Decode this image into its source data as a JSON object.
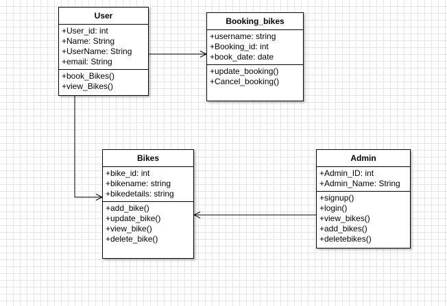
{
  "diagram": {
    "classes": [
      {
        "id": "user",
        "name": "User",
        "attributes": [
          "+User_id: int",
          "+Name: String",
          "+UserName: String",
          "+email: String"
        ],
        "operations": [
          "+book_Bikes()",
          "+view_Bikes()"
        ]
      },
      {
        "id": "booking_bikes",
        "name": "Booking_bikes",
        "attributes": [
          "+username: string",
          "+Booking_id: int",
          "+book_date: date"
        ],
        "operations": [
          "+update_booking()",
          "+Cancel_booking()"
        ]
      },
      {
        "id": "bikes",
        "name": "Bikes",
        "attributes": [
          "+bike_id: int",
          "+bikename: string",
          "+bikedetails: string"
        ],
        "operations": [
          "+add_bike()",
          "+update_bike()",
          "+view_bike()",
          "+delete_bike()"
        ]
      },
      {
        "id": "admin",
        "name": "Admin",
        "attributes": [
          "+Admin_ID: int",
          "+Admin_Name: String"
        ],
        "operations": [
          "+signup()",
          "+login()",
          "+view_bikes()",
          "+add_bikes()",
          "+deletebikes()"
        ]
      }
    ],
    "associations": [
      {
        "id": "user-to-booking",
        "from": "user",
        "to": "booking_bikes",
        "arrow": "open"
      },
      {
        "id": "user-to-bikes",
        "from": "user",
        "to": "bikes",
        "arrow": "open"
      },
      {
        "id": "admin-to-bikes",
        "from": "admin",
        "to": "bikes",
        "arrow": "open"
      }
    ]
  }
}
